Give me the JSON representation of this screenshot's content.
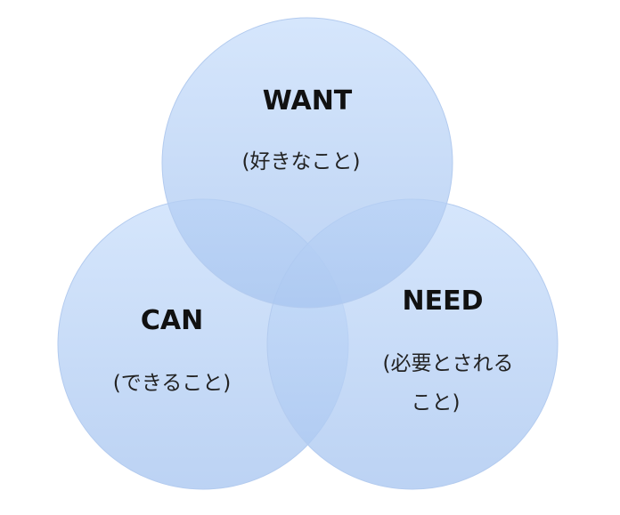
{
  "diagram": {
    "type": "venn",
    "colors": {
      "circle_fill_top": "#cadffb",
      "circle_fill_bottom": "#a9c6f0",
      "circle_stroke": "#b3cbef"
    },
    "sets": {
      "want": {
        "title": "WANT",
        "subtitle": "(好きなこと)"
      },
      "can": {
        "title": "CAN",
        "subtitle": "(できること)"
      },
      "need": {
        "title": "NEED",
        "subtitle_line1": "(必要とされる",
        "subtitle_line2": "こと)"
      }
    }
  }
}
